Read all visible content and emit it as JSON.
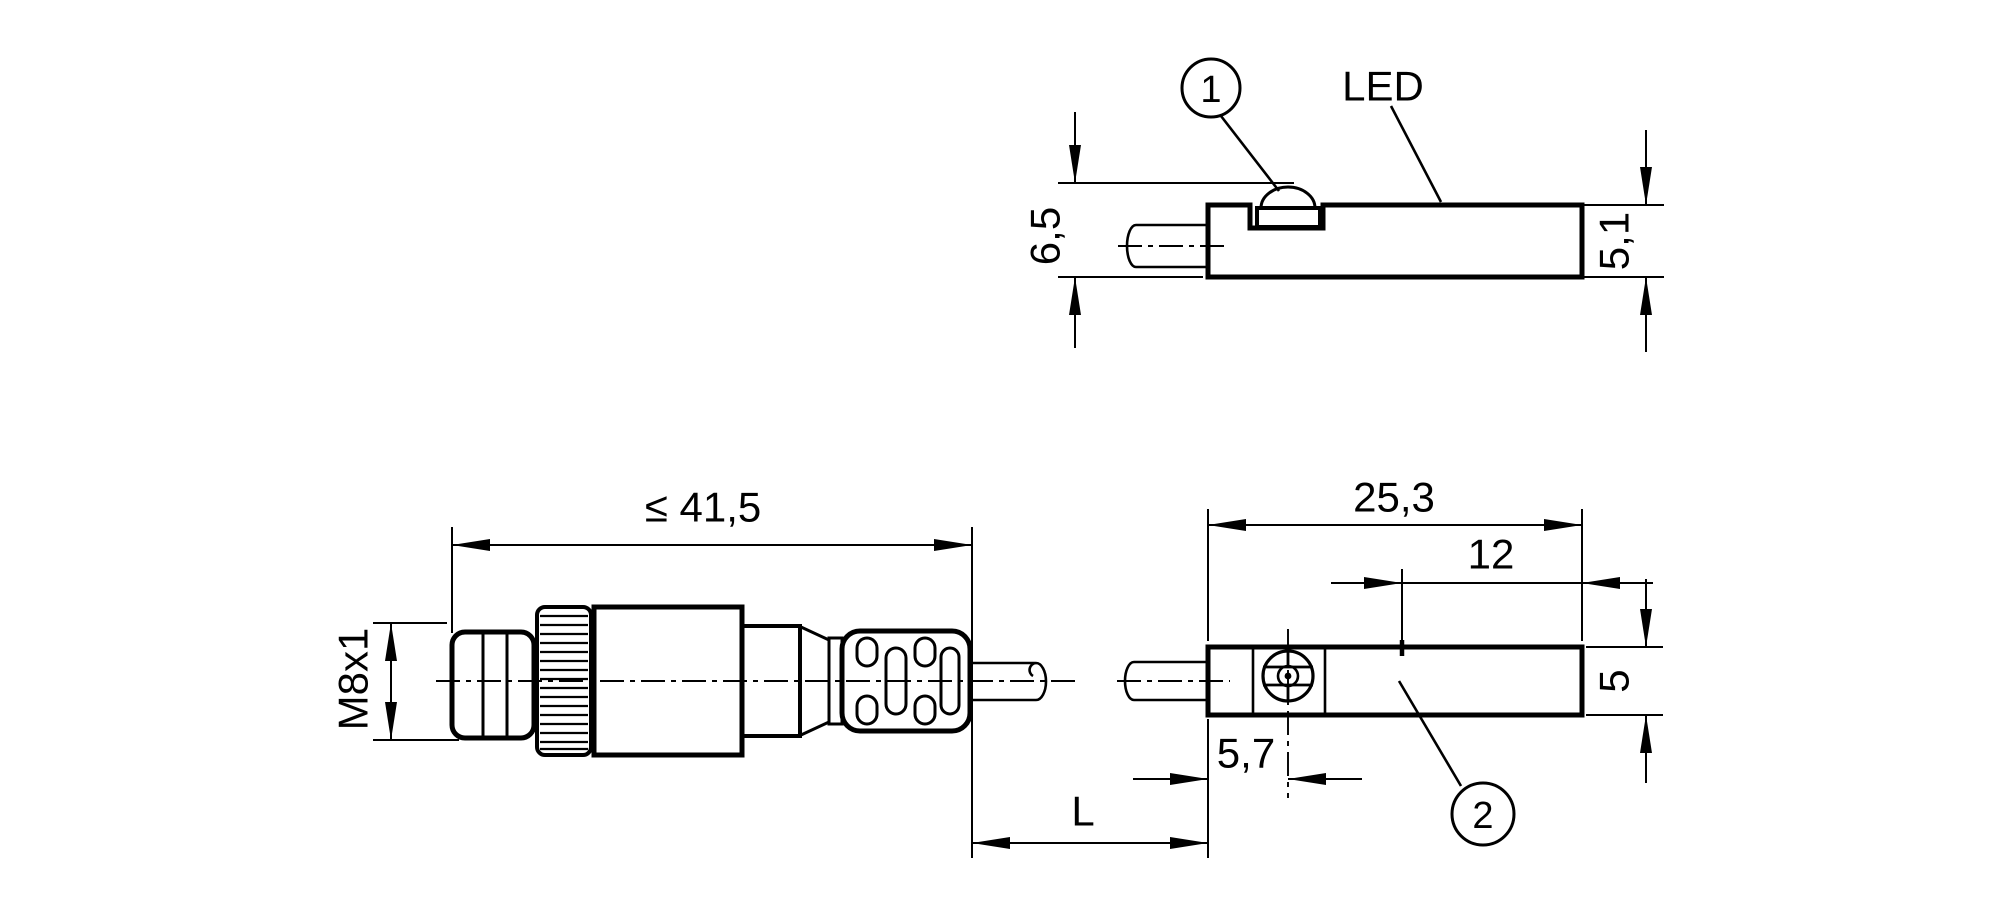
{
  "page": {
    "background": "#ffffff",
    "line_color": "#000000",
    "kind": "technical dimension drawing"
  },
  "side_view": {
    "led_label": "LED",
    "callout_button": "1",
    "dim_overall_height": "6,5",
    "dim_body_height": "5,1"
  },
  "connector_view": {
    "dim_thread": "M8x1",
    "dim_connector_length": "≤ 41,5",
    "dim_cable_length_label": "L"
  },
  "top_view": {
    "callout_housing": "2",
    "dim_overall_length": "25,3",
    "dim_led_offset": "12",
    "dim_body_width": "5",
    "dim_screw_offset": "5,7"
  }
}
